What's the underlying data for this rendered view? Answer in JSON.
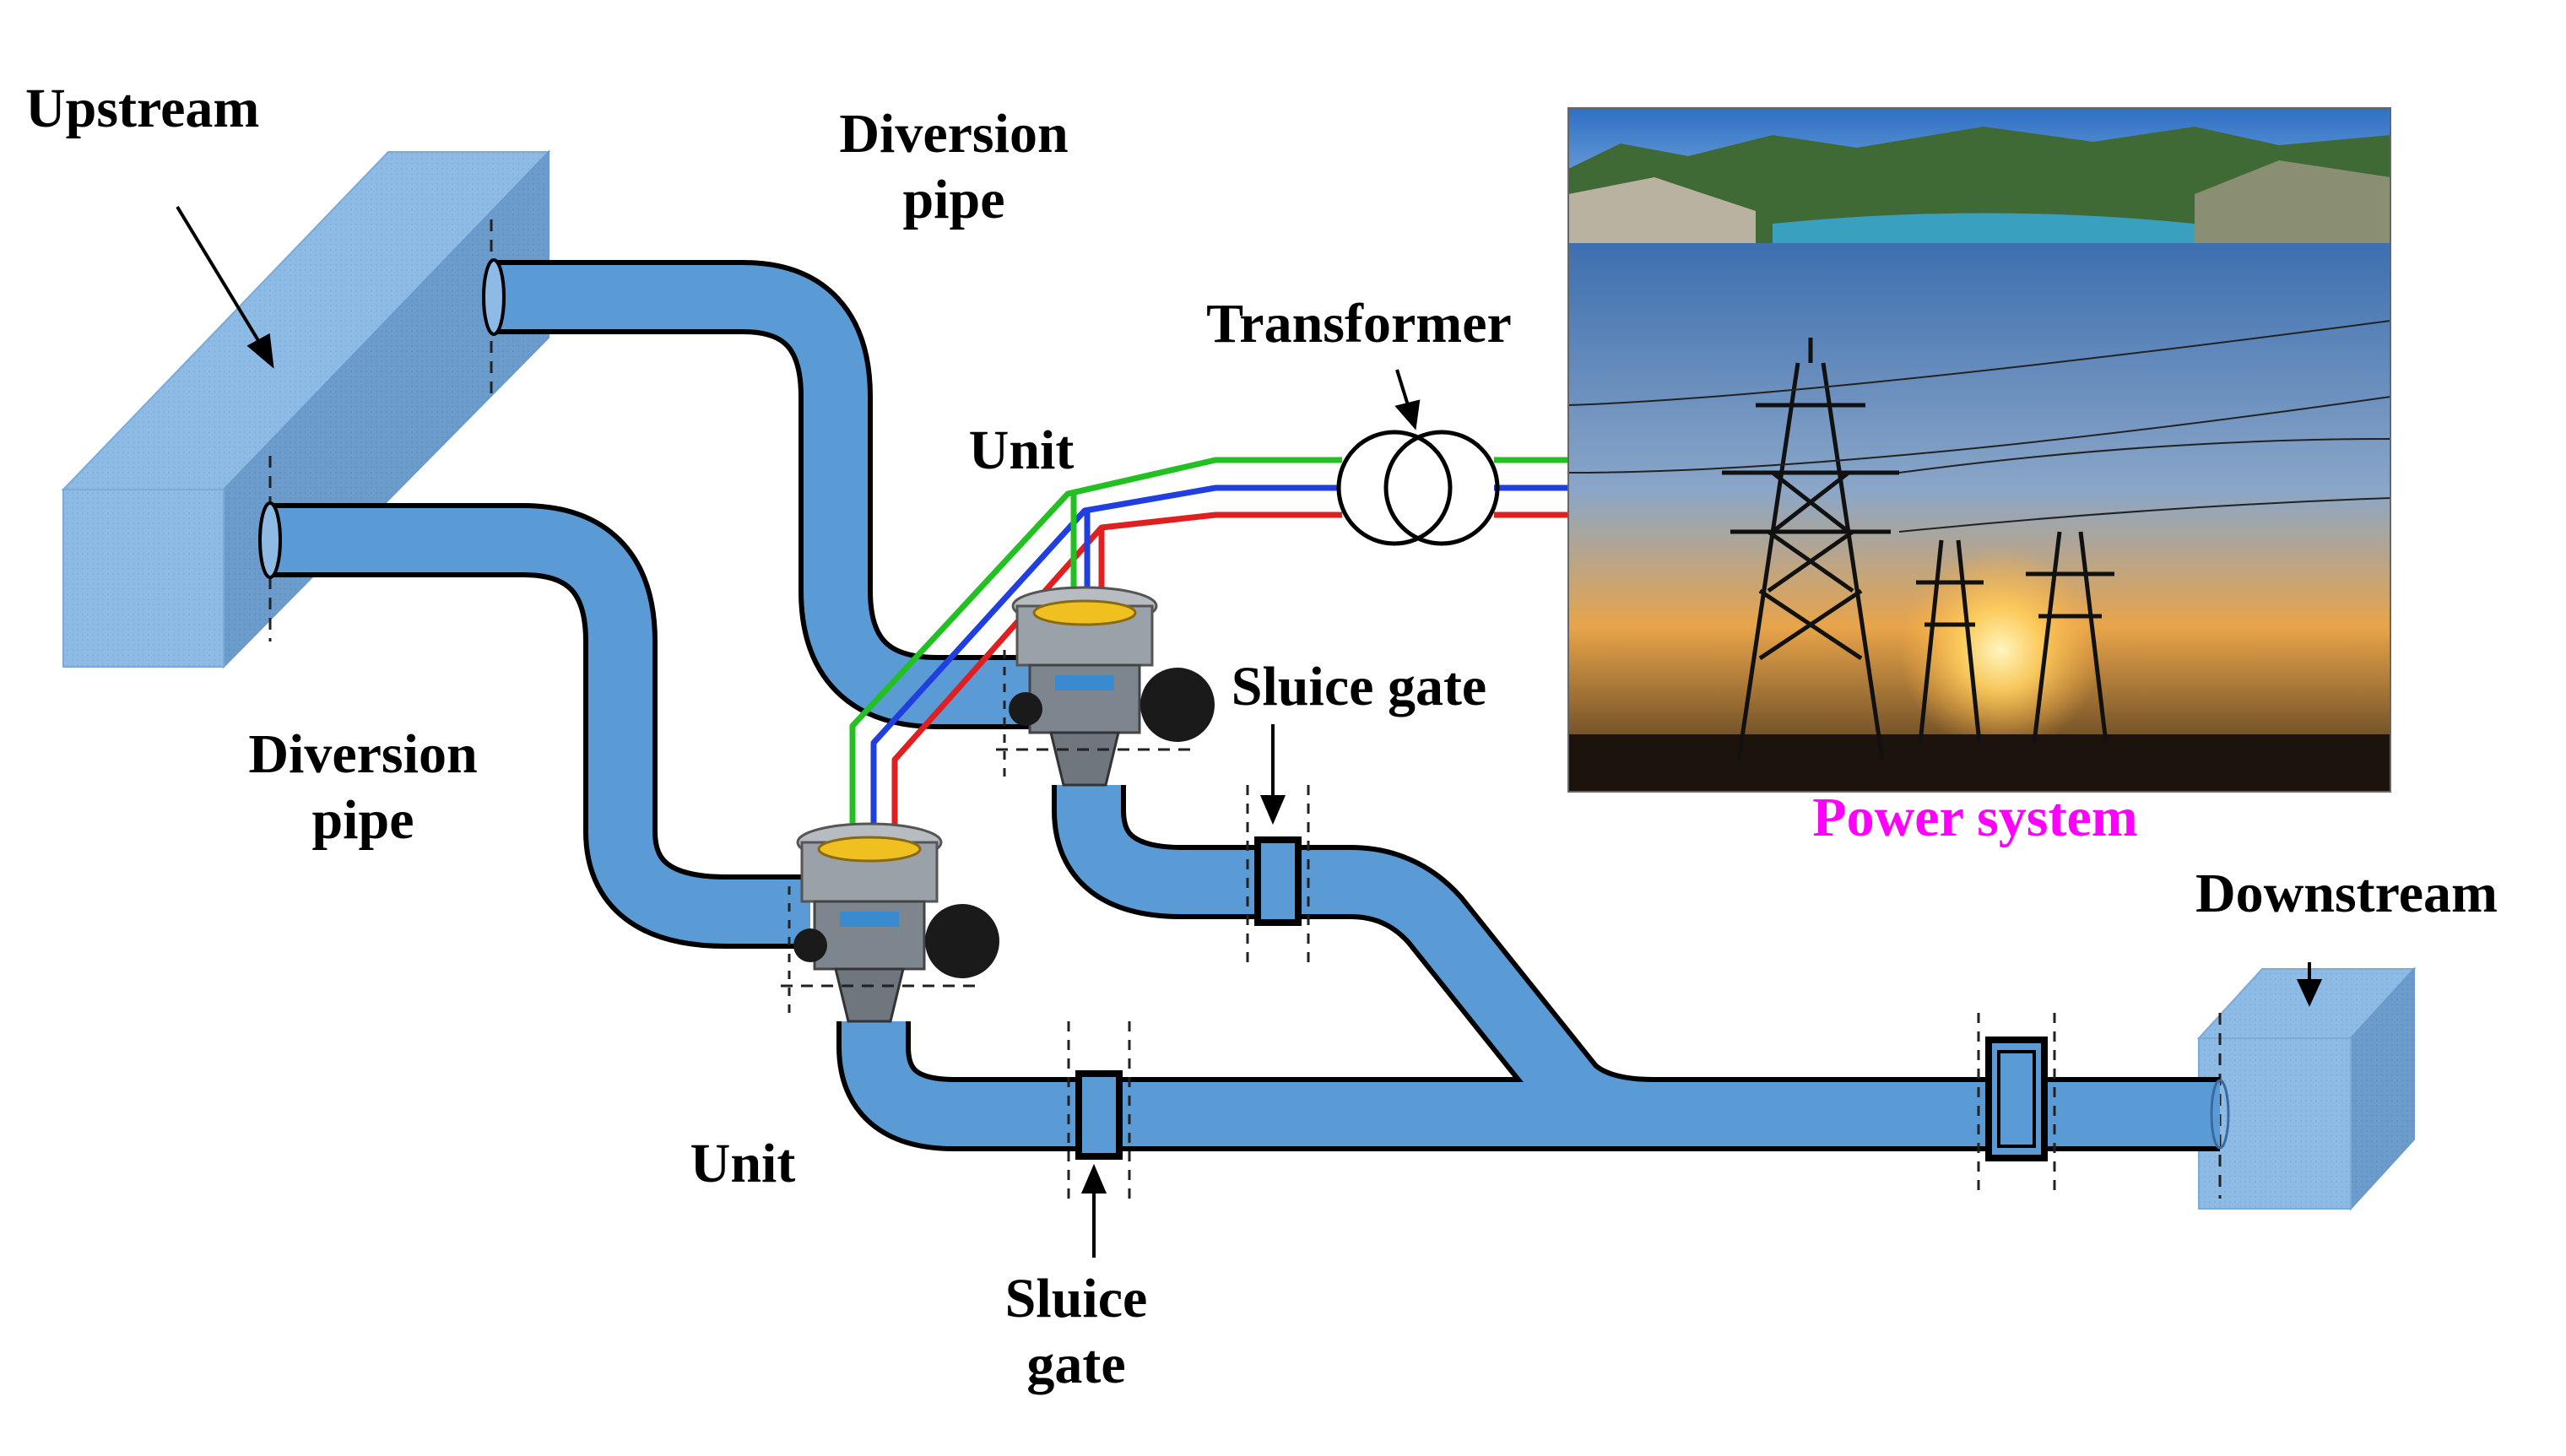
{
  "labels": {
    "upstream": "Upstream",
    "diversion_pipe_top": "Diversion\npipe",
    "diversion_pipe_left": "Diversion\npipe",
    "transformer": "Transformer",
    "unit_top": "Unit",
    "unit_bottom": "Unit",
    "sluice_gate_right": "Sluice gate",
    "sluice_gate_bottom": "Sluice\ngate",
    "power_system": "Power system",
    "downstream": "Downstream"
  },
  "colors": {
    "water": "#5b9bd5",
    "water_dark": "#4a86bf",
    "reservoir": "#8dbbe6",
    "reservoir_dark": "#6fa0d0",
    "line_green": "#22c022",
    "line_blue": "#1f3fe0",
    "line_red": "#e02020",
    "power_label": "#ff00ff"
  },
  "images": {
    "dam_photo": "mountain-reservoir-photo",
    "power_photo": "transmission-towers-sunset-photo"
  }
}
